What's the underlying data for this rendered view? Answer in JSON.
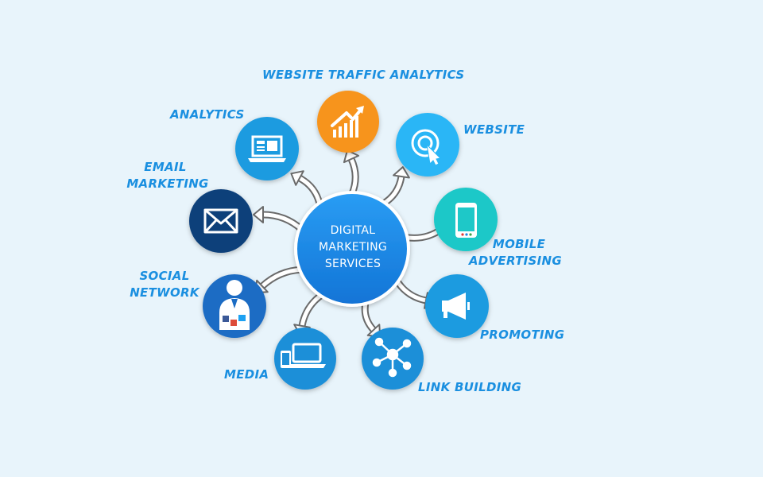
{
  "center": {
    "line1": "DIGITAL",
    "line2": "MARKETING",
    "line3": "SERVICES",
    "color": "#1f90e8"
  },
  "nodes": [
    {
      "id": "traffic",
      "label": "WEBSITE TRAFFIC ANALYTICS",
      "icon": "bar-chart-growth-icon",
      "color": "#f7941d"
    },
    {
      "id": "website",
      "label": "WEBSITE",
      "icon": "target-cursor-icon",
      "color": "#29b6f6"
    },
    {
      "id": "mobile",
      "line1": "MOBILE",
      "line2": "ADVERTISING",
      "icon": "smartphone-icon",
      "color": "#1ec8c8"
    },
    {
      "id": "promoting",
      "label": "PROMOTING",
      "icon": "megaphone-icon",
      "color": "#1e9be0"
    },
    {
      "id": "link",
      "label": "LINK BUILDING",
      "icon": "network-nodes-icon",
      "color": "#1e8fd8"
    },
    {
      "id": "media",
      "label": "MEDIA",
      "icon": "laptop-phone-icon",
      "color": "#1e8fd8"
    },
    {
      "id": "social",
      "line1": "SOCIAL",
      "line2": "NETWORK",
      "icon": "social-user-icon",
      "color": "#1a6cc4"
    },
    {
      "id": "email",
      "line1": "EMAIL",
      "line2": "MARKETING",
      "icon": "envelope-icon",
      "color": "#0d3f7a"
    },
    {
      "id": "analytics",
      "label": "ANALYTICS",
      "icon": "laptop-dashboard-icon",
      "color": "#1e9be0"
    }
  ],
  "colors": {
    "background": "#e8f4fb",
    "label": "#1a8fe0",
    "arrow": "#6a6a6a"
  }
}
